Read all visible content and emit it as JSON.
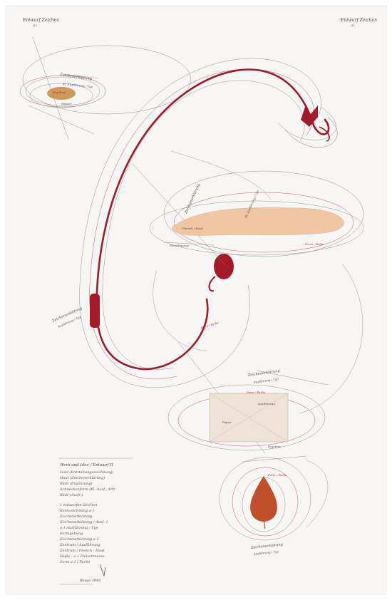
{
  "header": {
    "title_left": "Entwurf Zeichen",
    "title_left_sub": "(1)",
    "title_right": "Entwurf Zeichen",
    "title_right_sub": "(1)"
  },
  "labels": {
    "oval_top_a": "Zeichenerklärung",
    "oval_top_b": "Kl. Ausführung / Typ",
    "oval_top_c": "Ergebnis",
    "oval_top_d": "Wasser",
    "flesh_a": "Zeichenerklärung",
    "flesh_b": "Kl. Ausführung / Typ",
    "flesh_c": "Fleisch / Haut",
    "flesh_d": "Fleischmasse",
    "flesh_e": "Form / Farbe",
    "body_a": "Zeichenerklärung",
    "body_b": "Ausführung / Typ",
    "body_c": "Form / Farbe",
    "rect_a": "Zeichenerklärung",
    "rect_b": "Ausführung / Typ",
    "rect_c": "Form / Farbe",
    "rect_d": "Papier",
    "rect_e": "Ausführung",
    "rect_f": "Ergebnis",
    "leaf_a": "Form / Farbe",
    "leaf_b": "Zeichenerklärung",
    "leaf_c": "Ausführung / Typ"
  },
  "legend": {
    "title": "Werk und Idee / Entwurf II",
    "lines": [
      "Gold (Entstehungszeichnung)",
      "Haut (Zeichenerklärung)",
      "Blatt (Ergänzung)",
      "Schneckenform (Kl. Ausf., Art)",
      "Blatt (Ausfl.)",
      "",
      "1 entwerfen Zeichen",
      "Kennzeichnung a-1",
      "Zeichenerklärung",
      "Zeichenerklärung / Ausf. 1",
      "a-1 Ausführung / Typ",
      "Formgebung",
      "Zeichenerklärung a-1",
      "Zentrum / Ausführung",
      "Zentrum / Fleisch - Haut",
      "Maße - a-1 Fleischmasse",
      "Form a-1 / Farbe"
    ],
    "signature": "Beuys 1992"
  },
  "colors": {
    "crimson": "#a31a2a",
    "ochre": "#c88a3d",
    "peach": "#f0c6a2",
    "rust": "#c0502a",
    "parchment": "#ece3d6"
  }
}
